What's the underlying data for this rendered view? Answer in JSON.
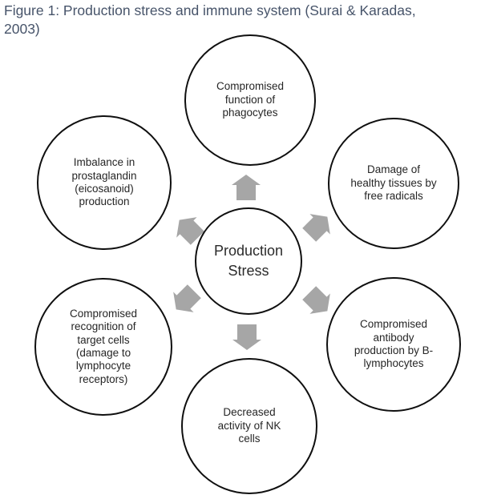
{
  "title": "Figure 1: Production stress and immune system (Surai & Karadas,\n2003)",
  "diagram": {
    "center": {
      "id": "production-stress",
      "label": "Production\nStress"
    },
    "nodes": [
      {
        "id": "top",
        "label": "Compromised\nfunction of\nphagocytes"
      },
      {
        "id": "upper-left",
        "label": "Imbalance in\nprostaglandin\n(eicosanoid)\nproduction"
      },
      {
        "id": "upper-right",
        "label": "Damage of\nhealthy tissues by\nfree radicals"
      },
      {
        "id": "lower-left",
        "label": "Compromised\nrecognition of\ntarget cells\n(damage to\nlymphocyte\nreceptors)"
      },
      {
        "id": "lower-right",
        "label": "Compromised\nantibody\nproduction by B-\nlymphocytes"
      },
      {
        "id": "bottom",
        "label": "Decreased\nactivity of NK\ncells"
      }
    ],
    "arrows": [
      {
        "icon": "arrow-up-icon",
        "direction": "up"
      },
      {
        "icon": "arrow-upper-right-icon",
        "direction": "upper-right"
      },
      {
        "icon": "arrow-lower-right-icon",
        "direction": "lower-right"
      },
      {
        "icon": "arrow-down-icon",
        "direction": "down"
      },
      {
        "icon": "arrow-lower-left-icon",
        "direction": "lower-left"
      },
      {
        "icon": "arrow-upper-left-icon",
        "direction": "upper-left"
      }
    ],
    "colors": {
      "arrow": "#a6a6a6",
      "circle_stroke": "#0f0f0f",
      "node_text": "#262626",
      "title_text": "#47546a"
    }
  }
}
